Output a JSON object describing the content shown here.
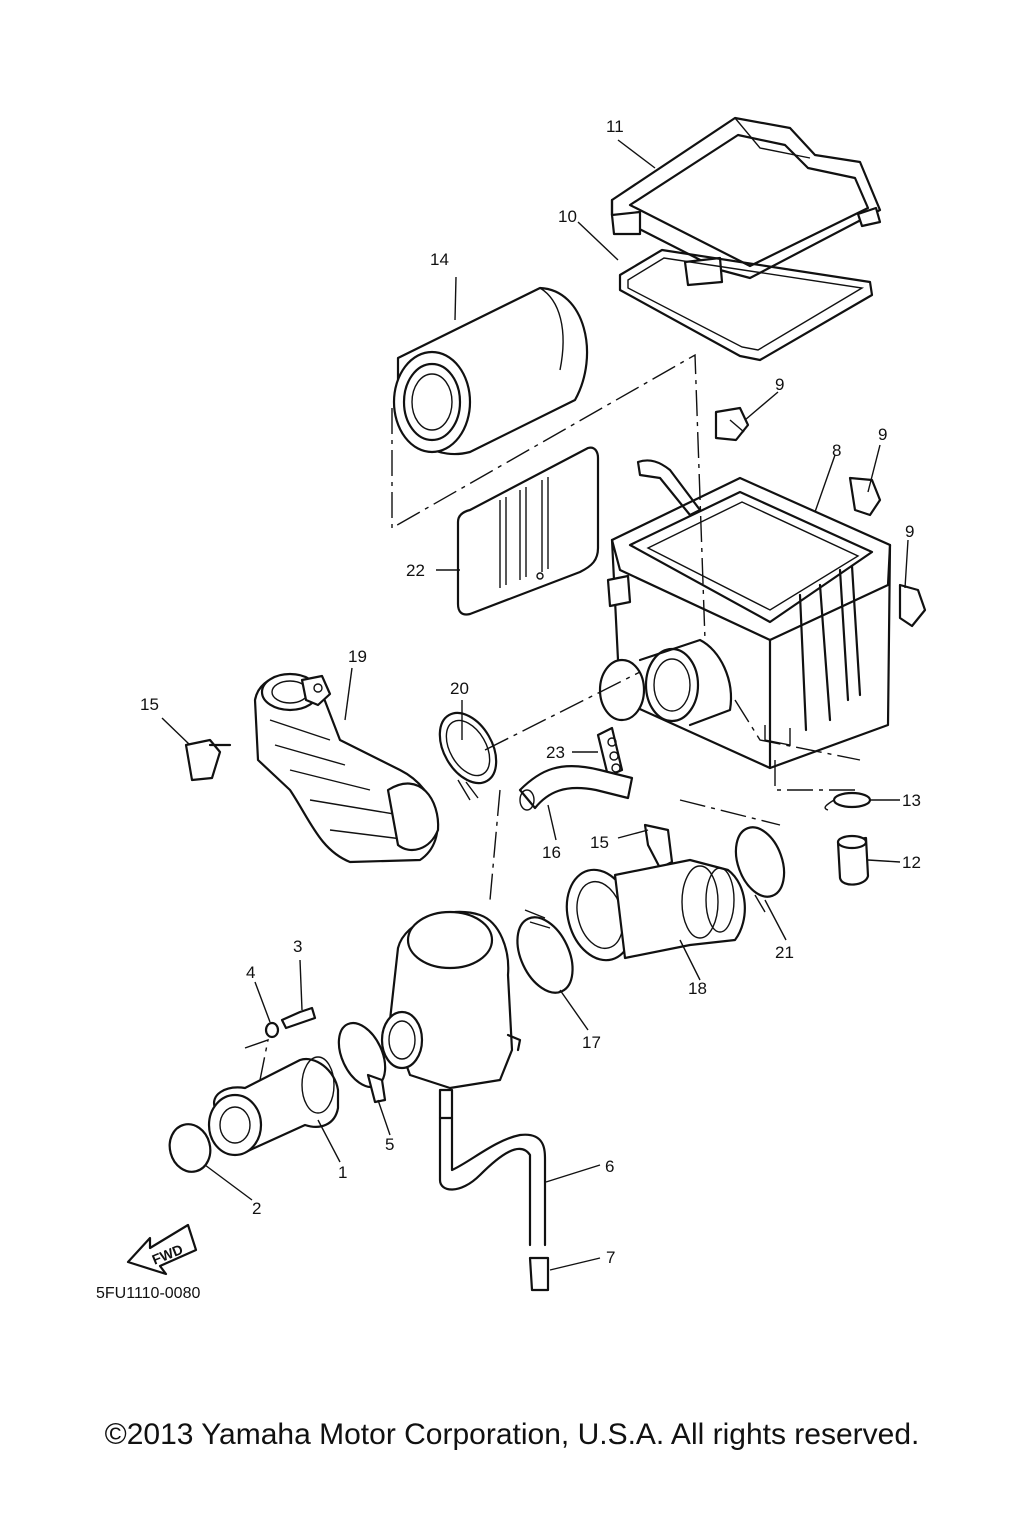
{
  "diagram_code": "5FU1110-0080",
  "fwd_label": "FWD",
  "copyright": "©2013 Yamaha Motor Corporation, U.S.A. All rights reserved.",
  "callouts": {
    "c1": "1",
    "c2": "2",
    "c3": "3",
    "c4": "4",
    "c5": "5",
    "c6": "6",
    "c7": "7",
    "c8": "8",
    "c9a": "9",
    "c9b": "9",
    "c9c": "9",
    "c10": "10",
    "c11": "11",
    "c12": "12",
    "c13": "13",
    "c14": "14",
    "c15a": "15",
    "c15b": "15",
    "c16": "16",
    "c17": "17",
    "c18": "18",
    "c19": "19",
    "c20": "20",
    "c21": "21",
    "c22": "22",
    "c23": "23"
  }
}
